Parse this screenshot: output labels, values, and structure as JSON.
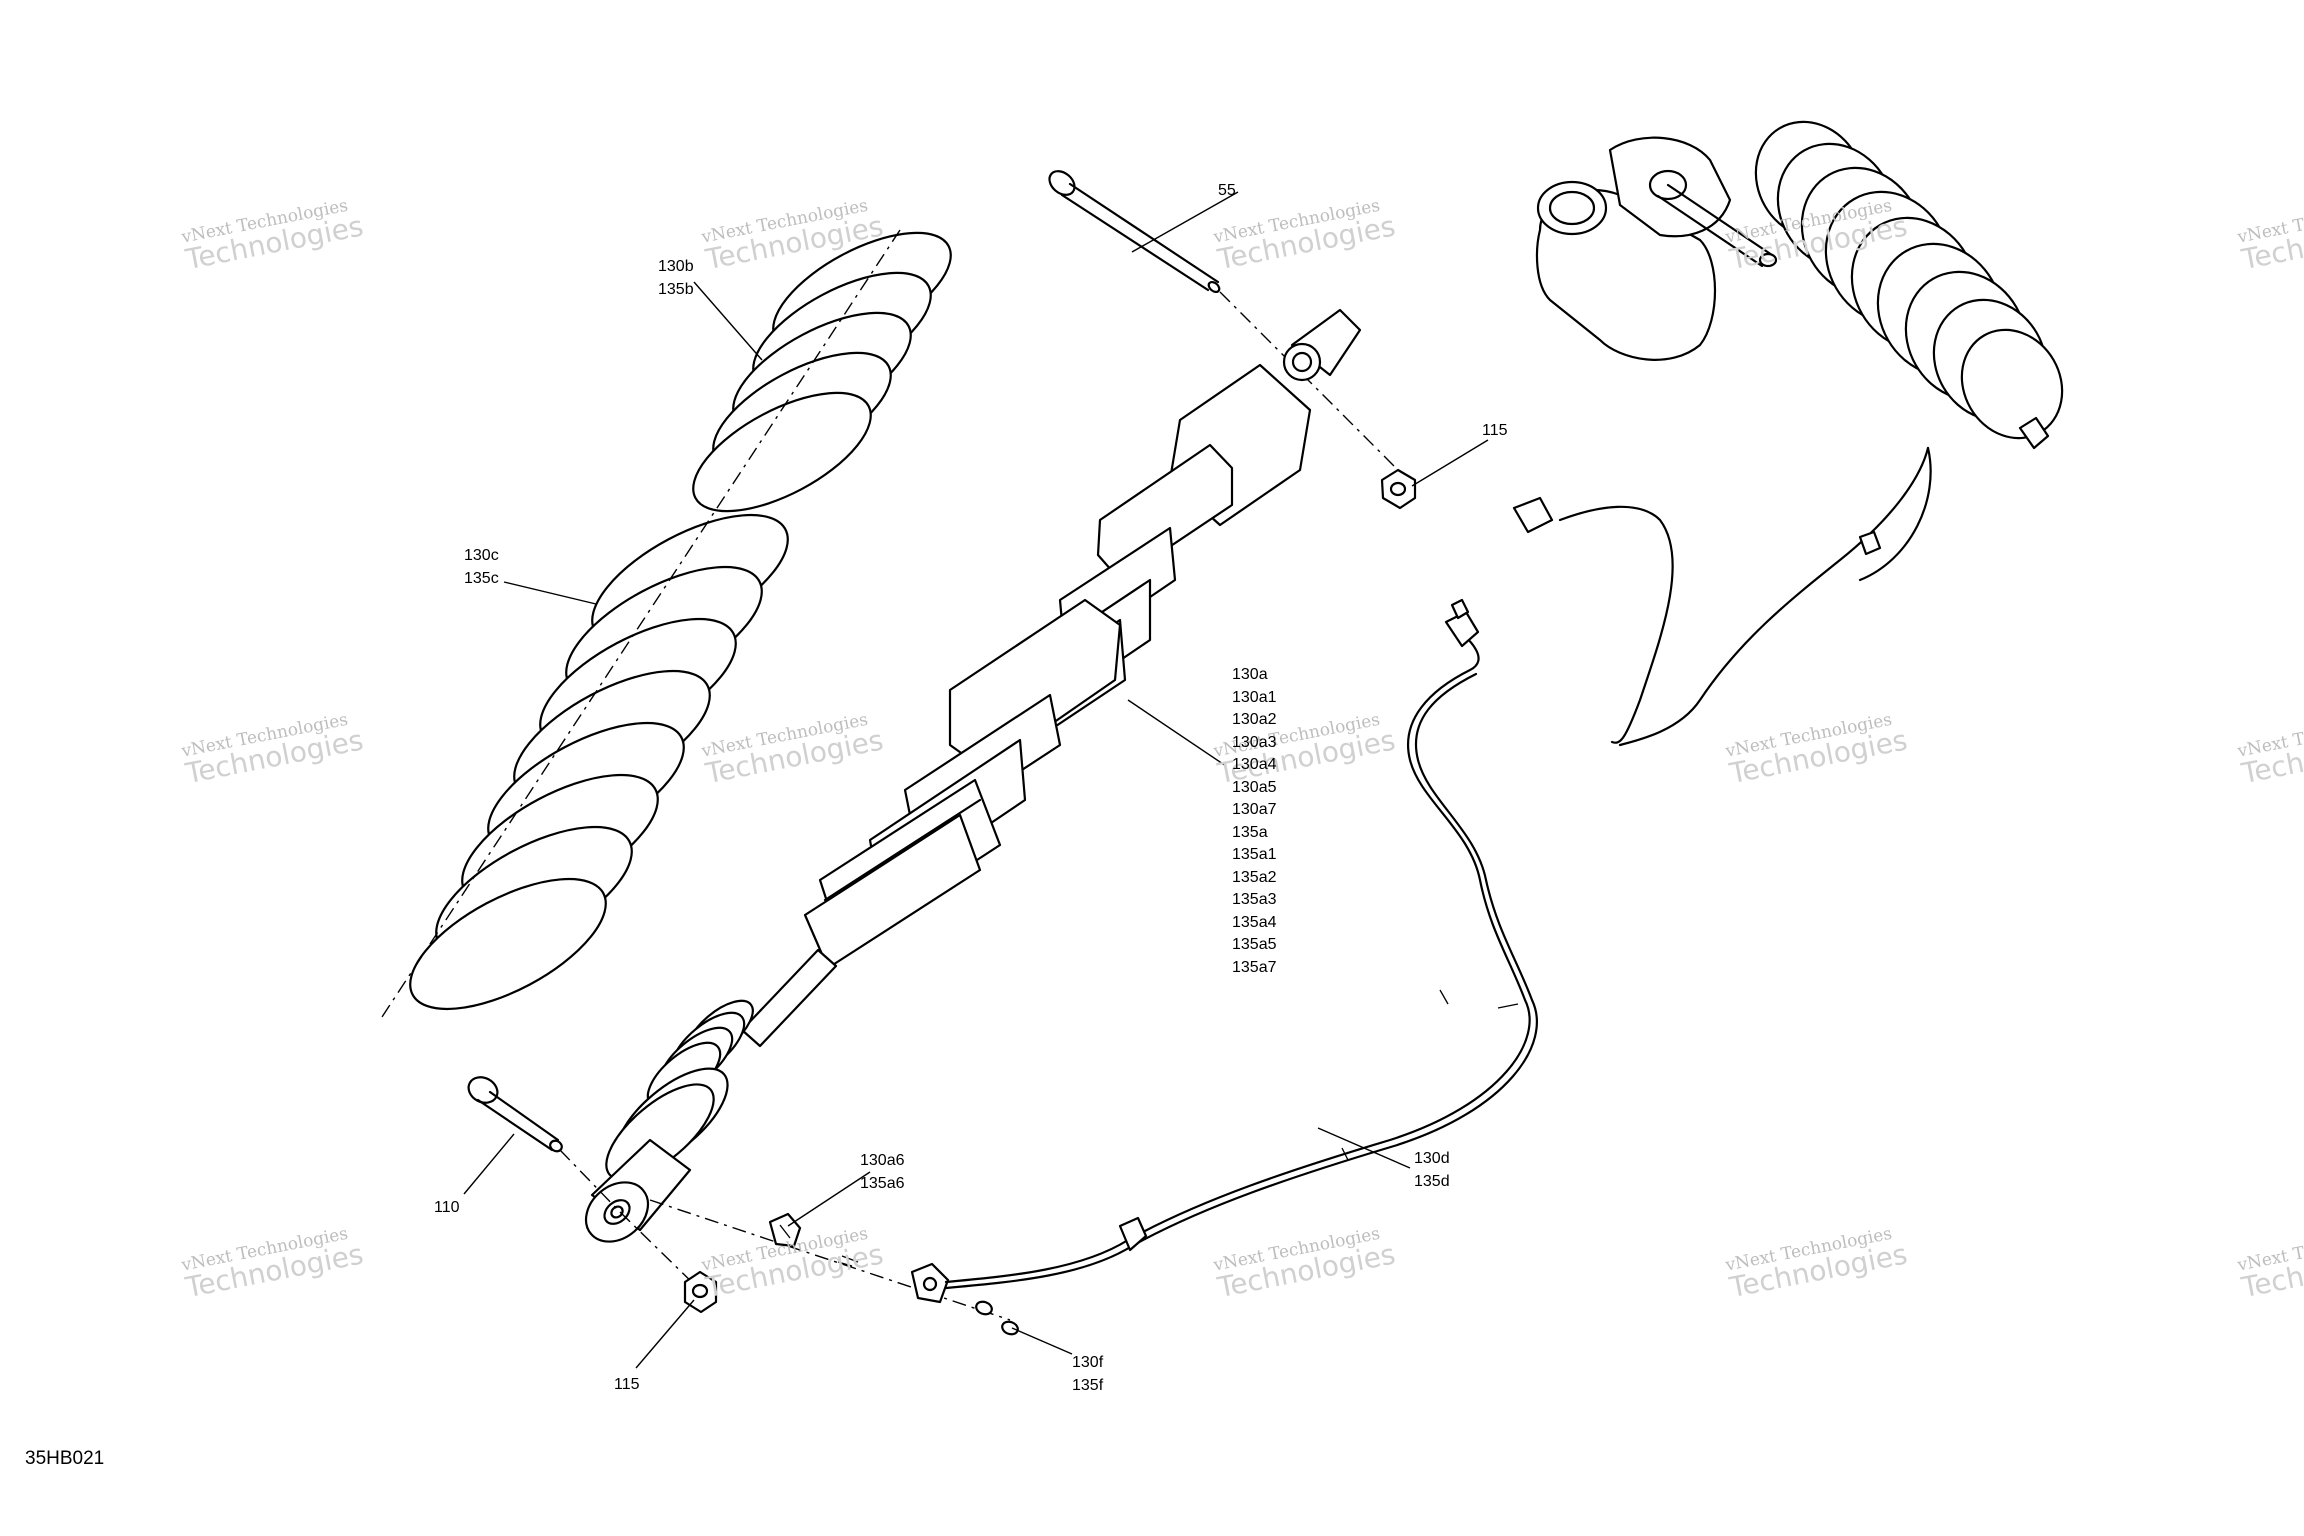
{
  "figure_code": "35HB021",
  "watermark": {
    "line1": "vNext Technologies",
    "line2": "Technologies"
  },
  "callouts": {
    "c55": "55",
    "c115_top": "115",
    "c130b": "130b\n135b",
    "c130c": "130c\n135c",
    "c130a_list": "130a\n130a1\n130a2\n130a3\n130a4\n130a5\n130a7\n135a\n135a1\n135a2\n135a3\n135a4\n135a5\n135a7",
    "c110": "110",
    "c130a6": "130a6\n135a6",
    "c130d": "130d\n135d",
    "c130f": "130f\n135f",
    "c115_bottom": "115"
  }
}
